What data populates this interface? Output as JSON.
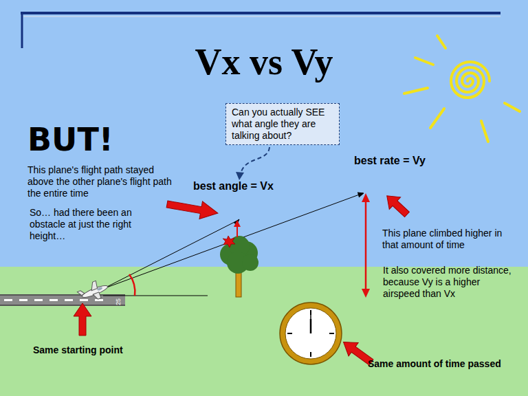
{
  "diagram": {
    "title": "Vx vs Vy",
    "nodes": [
      {
        "text": [
          "Can you actually SEE what angle they are talking about?"
        ]
      }
    ],
    "labels": [
      "BUT!",
      "This plane's flight path stayed above the other plane's flight path the entire time",
      "So… had there been an obstacle at just the right height…",
      "best angle = Vx",
      "best rate = Vy",
      "This plane climbed higher in that amount of time",
      "It also covered more distance, because Vy is a higher airspeed than Vx",
      "Same starting point",
      "Same amount of time passed",
      "25"
    ]
  }
}
